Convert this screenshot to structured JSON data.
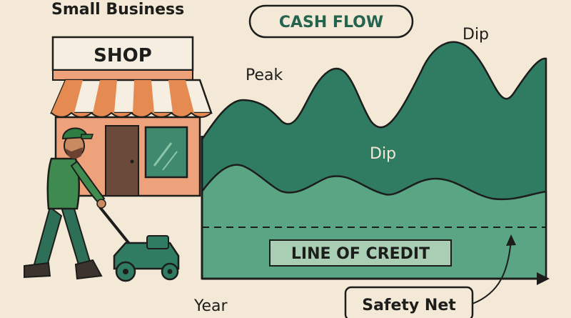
{
  "header": {
    "business_label": "Small Business",
    "title": "CASH FLOW"
  },
  "shop": {
    "sign": "SHOP"
  },
  "annotations": {
    "peak": "Peak",
    "dip_top": "Dip",
    "dip_mid": "Dip"
  },
  "credit": {
    "label": "LINE OF CREDIT"
  },
  "axis": {
    "x_label": "Year"
  },
  "safety": {
    "label": "Safety Net"
  },
  "colors": {
    "background": "#f3e9d6",
    "dark_green": "#2f7c63",
    "mid_green": "#5aa684",
    "awning_orange": "#e58a50",
    "shop_wall": "#eda27b",
    "ink": "#1d1d1b"
  }
}
